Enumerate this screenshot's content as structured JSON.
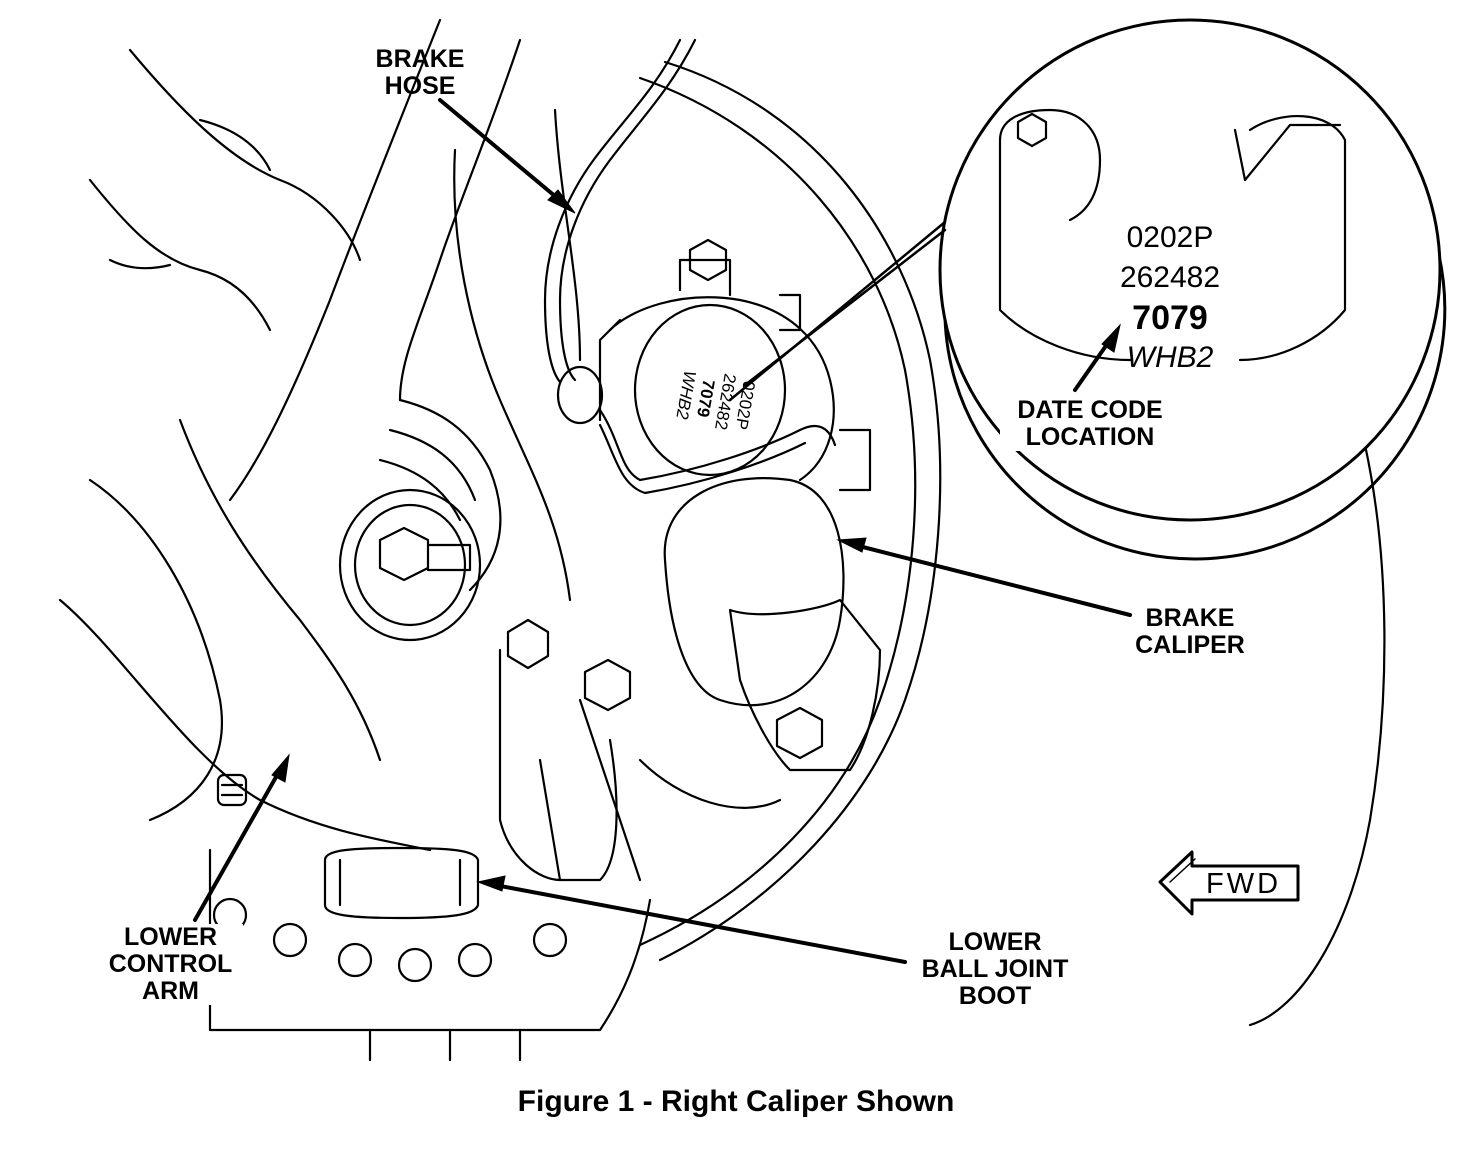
{
  "labels": {
    "brake_hose": [
      "BRAKE",
      "HOSE"
    ],
    "date_code_location": [
      "DATE CODE",
      "LOCATION"
    ],
    "brake_caliper": [
      "BRAKE",
      "CALIPER"
    ],
    "lower_control_arm": [
      "LOWER",
      "CONTROL",
      "ARM"
    ],
    "lower_ball_joint_boot": [
      "LOWER",
      "BALL JOINT",
      "BOOT"
    ]
  },
  "inset_code": {
    "line1": "0202P",
    "line2": "262482",
    "line3": "7079",
    "line4": "WHB2"
  },
  "direction": "FWD",
  "caption": "Figure 1 - Right Caliper Shown"
}
